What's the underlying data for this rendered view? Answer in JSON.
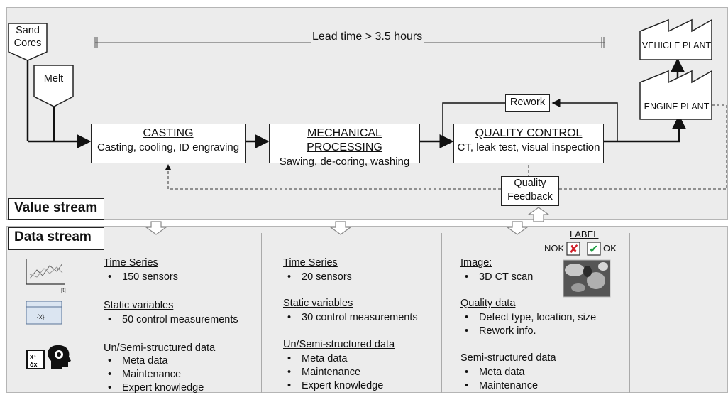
{
  "inputs": {
    "sand_cores": "Sand\nCores",
    "melt": "Melt"
  },
  "lead_time": "Lead time  > 3.5 hours",
  "processes": [
    {
      "title": "CASTING",
      "sub": "Casting, cooling, ID engraving"
    },
    {
      "title": "MECHANICAL PROCESSING",
      "sub": "Sawing,  de-coring, washing"
    },
    {
      "title": "QUALITY CONTROL",
      "sub": "CT, leak test, visual inspection"
    }
  ],
  "rework": "Rework",
  "quality_feedback": "Quality\nFeedback",
  "plants": {
    "engine": "ENGINE PLANT",
    "vehicle": "VEHICLE PLANT"
  },
  "value_stream_label": "Value stream",
  "data_stream_label": "Data stream",
  "label_legend": {
    "title": "LABEL",
    "nok": "NOK",
    "ok": "OK"
  },
  "icons": [
    "time-series-chart-icon",
    "static-variable-icon",
    "structured-data-icon",
    "expert-head-gear-icon"
  ],
  "columns": [
    {
      "time_series": {
        "heading": "Time Series",
        "items": [
          "150 sensors"
        ]
      },
      "static": {
        "heading": "Static variables",
        "items": [
          "50 control measurements"
        ]
      },
      "unstructured": {
        "heading": "Un/Semi-structured data",
        "items": [
          "Meta data",
          "Maintenance",
          "Expert knowledge"
        ]
      }
    },
    {
      "time_series": {
        "heading": "Time Series",
        "items": [
          "20 sensors"
        ]
      },
      "static": {
        "heading": "Static variables",
        "items": [
          "30 control measurements"
        ]
      },
      "unstructured": {
        "heading": "Un/Semi-structured data",
        "items": [
          "Meta data",
          "Maintenance",
          "Expert knowledge"
        ]
      }
    },
    {
      "image": {
        "heading": "Image:",
        "items": [
          "3D CT scan"
        ]
      },
      "quality": {
        "heading": "Quality data",
        "items": [
          "Defect type, location, size",
          "Rework info."
        ]
      },
      "semi": {
        "heading": "Semi-structured data",
        "items": [
          "Meta data",
          "Maintenance"
        ]
      }
    }
  ]
}
